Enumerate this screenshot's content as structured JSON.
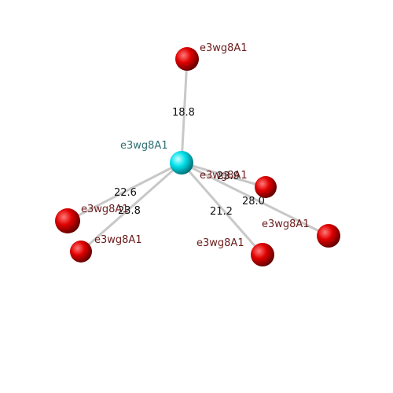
{
  "colors": {
    "center_atom": "#00e5ee",
    "neighbor_atom": "#dd0000",
    "bond": "#c8c8c8",
    "center_label": "#2e6e72",
    "neighbor_label": "#6b1a1a",
    "distance_label": "#111111"
  },
  "center": {
    "label": "e3wg8A1"
  },
  "neighbors": [
    {
      "label": "e3wg8A1",
      "distance": "18.8"
    },
    {
      "label": "e3wg8A1",
      "distance": "23.9"
    },
    {
      "label": "e3wg8A1",
      "distance": "28.0"
    },
    {
      "label": "e3wg8A1",
      "distance": "21.2"
    },
    {
      "label": "e3wg8A1",
      "distance": "22.6"
    },
    {
      "label": "e3wg8A1",
      "distance": "23.8"
    }
  ]
}
